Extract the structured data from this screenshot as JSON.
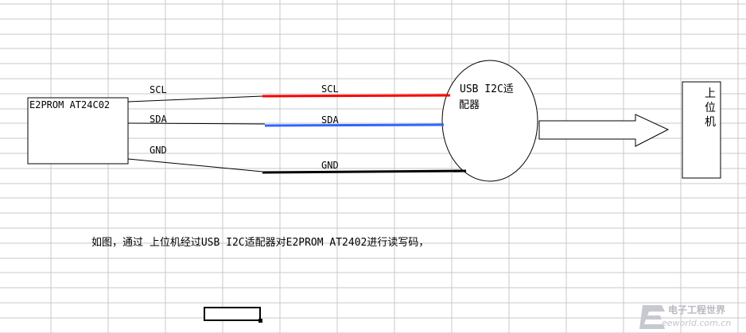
{
  "diagram": {
    "eeprom_label": "E2PROM AT24C02",
    "adapter_label_line1": "USB I2C适",
    "adapter_label_line2": "配器",
    "host_label_line1": "上",
    "host_label_line2": "位",
    "host_label_line3": "机",
    "left_scl": "SCL",
    "left_sda": "SDA",
    "left_gnd": "GND",
    "bus_scl": "SCL",
    "bus_sda": "SDA",
    "bus_gnd": "GND",
    "colors": {
      "scl": "#ff0000",
      "sda": "#3366ff",
      "gnd": "#000000",
      "grid": "#c8c8c8"
    }
  },
  "caption": "如图，通过 上位机经过USB I2C适配器对E2PROM AT2402进行读写码，",
  "watermark": {
    "text": "电子工程世界",
    "sub": "eeworld.com.cn"
  }
}
